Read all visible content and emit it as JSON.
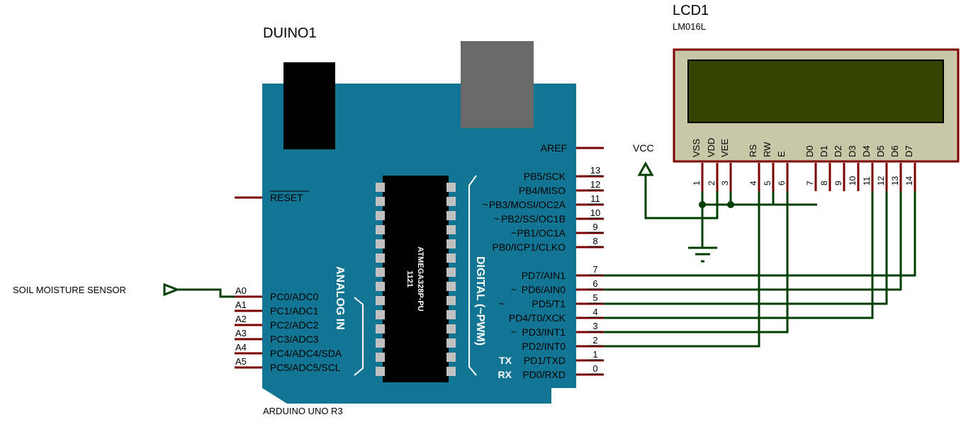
{
  "arduino": {
    "ref": "DUINO1",
    "model": "ARDUINO UNO R3",
    "chip_line1": "1121",
    "chip_line2": "ATMEGA328P-PU",
    "analog_label": "ANALOG IN",
    "digital_label": "DIGITAL (~PWM)",
    "aref": "AREF",
    "reset": "RESET",
    "board_color": "#127593",
    "digital_pins": [
      {
        "num": "13",
        "name": "PB5/SCK",
        "prefix": ""
      },
      {
        "num": "12",
        "name": "PB4/MISO",
        "prefix": ""
      },
      {
        "num": "11",
        "name": "PB3/MOSI/OC2A",
        "prefix": "~"
      },
      {
        "num": "10",
        "name": "PB2/SS/OC1B",
        "prefix": "~"
      },
      {
        "num": "9",
        "name": "PB1/OC1A",
        "prefix": "~"
      },
      {
        "num": "8",
        "name": "PB0/ICP1/CLKO",
        "prefix": ""
      },
      {
        "num": "7",
        "name": "PD7/AIN1",
        "prefix": ""
      },
      {
        "num": "6",
        "name": "PD6/AIN0",
        "prefix": "~"
      },
      {
        "num": "5",
        "name": "PD5/T1",
        "prefix": "~"
      },
      {
        "num": "4",
        "name": "PD4/T0/XCK",
        "prefix": ""
      },
      {
        "num": "3",
        "name": "PD3/INT1",
        "prefix": "~"
      },
      {
        "num": "2",
        "name": "PD2/INT0",
        "prefix": ""
      },
      {
        "num": "1",
        "name": "PD1/TXD",
        "prefix": "TX"
      },
      {
        "num": "0",
        "name": "PD0/RXD",
        "prefix": "RX"
      }
    ],
    "analog_pins": [
      {
        "num": "A0",
        "name": "PC0/ADC0"
      },
      {
        "num": "A1",
        "name": "PC1/ADC1"
      },
      {
        "num": "A2",
        "name": "PC2/ADC2"
      },
      {
        "num": "A3",
        "name": "PC3/ADC3"
      },
      {
        "num": "A4",
        "name": "PC4/ADC4/SDA"
      },
      {
        "num": "A5",
        "name": "PC5/ADC5/SCL"
      }
    ]
  },
  "lcd": {
    "ref": "LCD1",
    "model": "LM016L",
    "pins": [
      {
        "num": "1",
        "name": "VSS"
      },
      {
        "num": "2",
        "name": "VDD"
      },
      {
        "num": "3",
        "name": "VEE"
      },
      {
        "num": "4",
        "name": "RS"
      },
      {
        "num": "5",
        "name": "RW"
      },
      {
        "num": "6",
        "name": "E"
      },
      {
        "num": "7",
        "name": "D0"
      },
      {
        "num": "8",
        "name": "D1"
      },
      {
        "num": "9",
        "name": "D2"
      },
      {
        "num": "10",
        "name": "D3"
      },
      {
        "num": "11",
        "name": "D4"
      },
      {
        "num": "12",
        "name": "D5"
      },
      {
        "num": "13",
        "name": "D6"
      },
      {
        "num": "14",
        "name": "D7"
      }
    ]
  },
  "power": {
    "vcc_label": "VCC"
  },
  "sensor": {
    "label": "SOIL MOISTURE SENSOR"
  }
}
